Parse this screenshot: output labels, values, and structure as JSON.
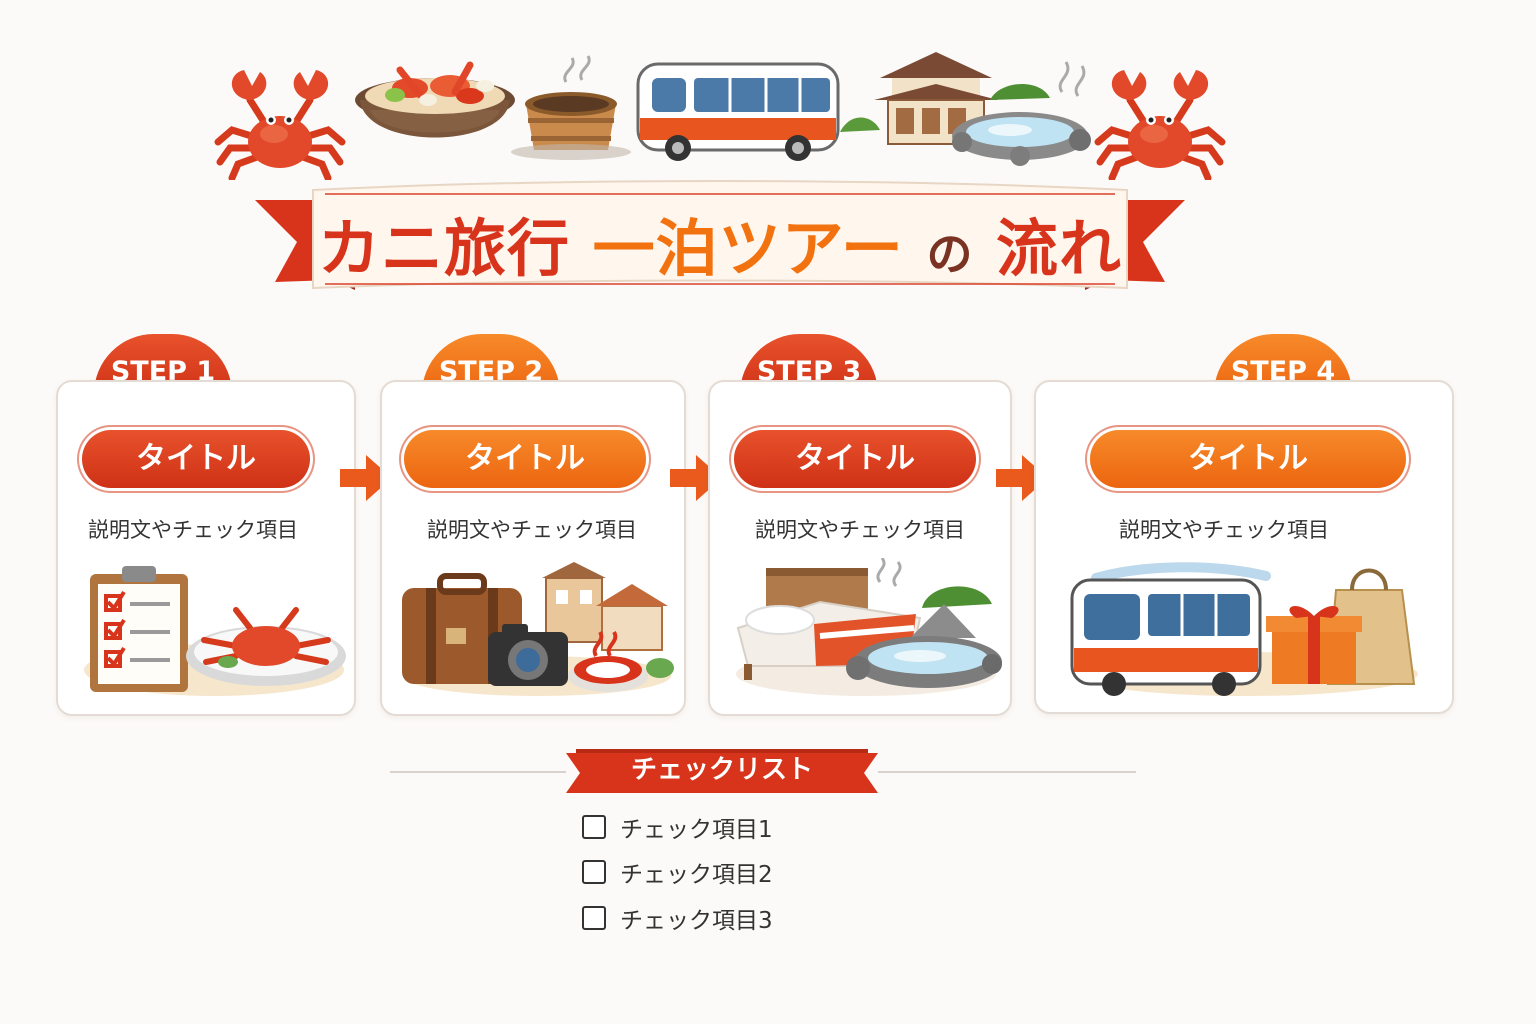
{
  "header": {
    "title_part1": "カニ旅行",
    "title_part2": "一泊ツアー",
    "title_part3": "の",
    "title_part4": "流れ"
  },
  "steps": [
    {
      "step_label": "STEP 1",
      "title": "タイトル",
      "description": "説明文やチェック項目"
    },
    {
      "step_label": "STEP 2",
      "title": "タイトル",
      "description": "説明文やチェック項目"
    },
    {
      "step_label": "STEP 3",
      "title": "タイトル",
      "description": "説明文やチェック項目"
    },
    {
      "step_label": "STEP 4",
      "title": "タイトル",
      "description": "説明文やチェック項目"
    }
  ],
  "checklist": {
    "title": "チェックリスト",
    "items": [
      "チェック項目1",
      "チェック項目2",
      "チェック項目3"
    ]
  },
  "colors": {
    "primary_red": "#d8341c",
    "primary_orange": "#f2720f",
    "card_border": "#e4dcd4",
    "background": "#fcfaf8"
  },
  "icons": {
    "header": [
      "crab-icon",
      "crab-hotpot-icon",
      "wooden-bath-icon",
      "bus-icon",
      "ryokan-icon",
      "hot-spring-icon"
    ],
    "step1": [
      "clipboard-checklist-icon",
      "crab-plate-icon"
    ],
    "step2": [
      "suitcase-icon",
      "camera-icon",
      "town-buildings-icon",
      "onsen-sign-icon"
    ],
    "step3": [
      "bed-icon",
      "hot-spring-icon"
    ],
    "step4": [
      "bus-icon",
      "gift-box-icon",
      "shopping-bag-icon"
    ]
  }
}
